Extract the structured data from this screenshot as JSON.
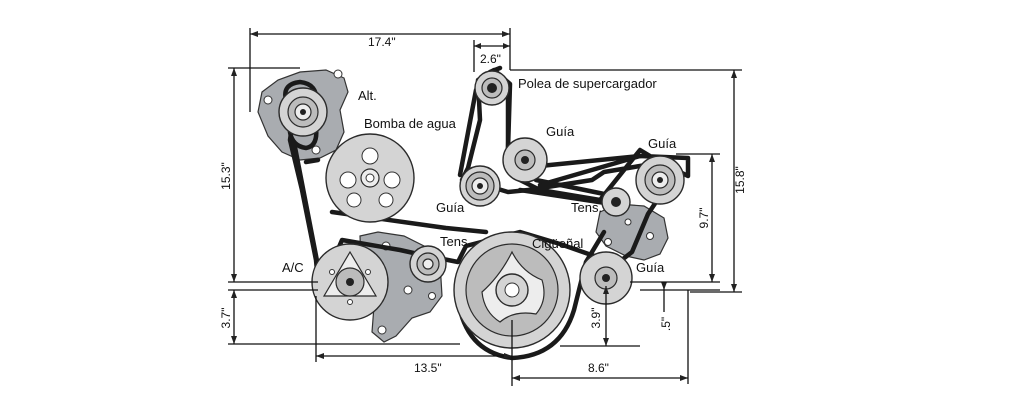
{
  "labels": {
    "alternator": "Alt.",
    "water_pump": "Bomba de agua",
    "supercharger_pulley": "Polea de supercargador",
    "idler_upper": "Guía",
    "idler_right": "Guía",
    "idler_left": "Guía",
    "tensioner_right": "Tens.",
    "tensioner_left": "Tens.",
    "crankshaft": "Cigüeñal",
    "idler_lower": "Guía",
    "ac": "A/C"
  },
  "dimensions": {
    "overall_width": "17.4\"",
    "supercharger_width": "2.6\"",
    "left_height": "15.3\"",
    "right_height": "15.8\"",
    "idler_height": "9.7\"",
    "ac_offset": "3.7\"",
    "crank_to_ac": "13.5\"",
    "crank_to_right": "8.6\"",
    "idler_low_offset": "3.9\"",
    "idler_small_offset": ".5\""
  }
}
